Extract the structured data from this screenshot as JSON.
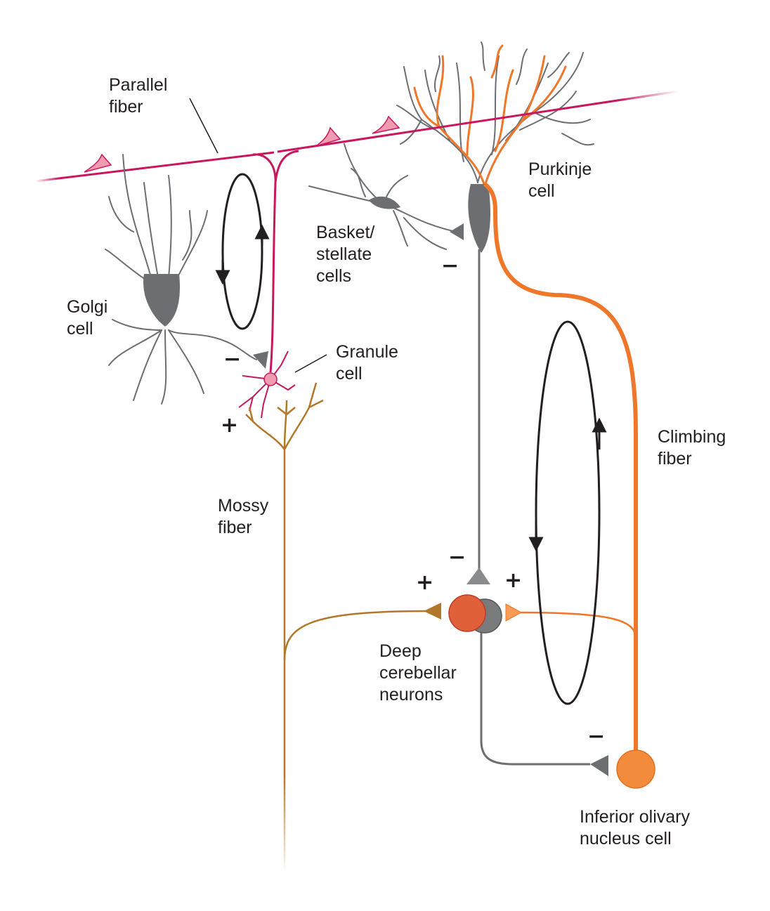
{
  "labels": {
    "parallel_fiber": "Parallel\nfiber",
    "purkinje_cell": "Purkinje\ncell",
    "basket_stellate": "Basket/\nstellate\ncells",
    "golgi_cell": "Golgi\ncell",
    "granule_cell": "Granule\ncell",
    "climbing_fiber": "Climbing\nfiber",
    "mossy_fiber": "Mossy\nfiber",
    "deep_cerebellar": "Deep\ncerebellar\nneurons",
    "inferior_olive": "Inferior olivary\nnucleus cell"
  },
  "signs": {
    "golgi_to_granule": "−",
    "mossy_to_granule": "+",
    "basket_to_purkinje": "−",
    "purkinje_to_deep": "−",
    "mossy_to_deep": "+",
    "climbing_to_deep": "+",
    "deep_to_olive": "−"
  },
  "colors": {
    "parallel_fiber": "#c8175d",
    "purkinje": "#6d6e71",
    "climbing_fiber": "#f0772a",
    "mossy_fiber": "#b3772a",
    "deep_neuron_red": "#e0603a",
    "olive_cell": "#f28c3c",
    "loop_arrow": "#231f20"
  }
}
